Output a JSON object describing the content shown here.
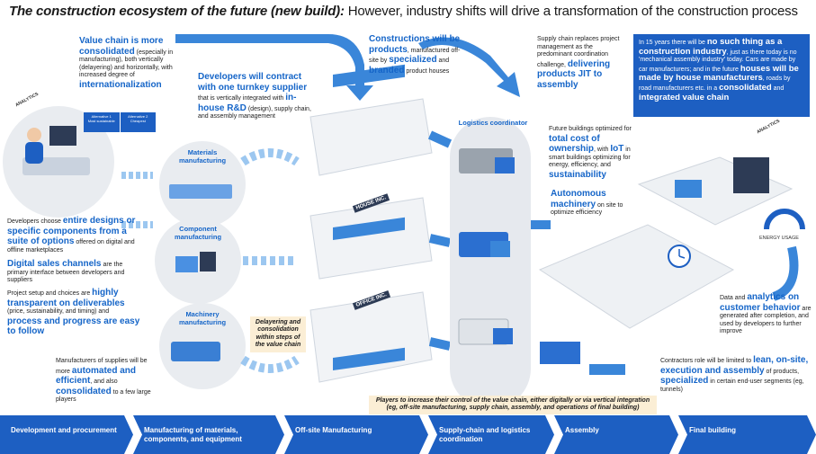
{
  "title": {
    "bold": "The construction ecosystem of the future (new build):",
    "rest": " However, industry shifts will drive a transformation of the construction process"
  },
  "value_chain": {
    "a": "Value chain is more consolidated",
    "b": " (especially in manufacturing), both vertically (delayering) and horizontally, with increased degree of ",
    "c": "internationalization"
  },
  "screen_options": {
    "opt1_title": "Alternative 1",
    "opt1_sub": "Most sustainable",
    "opt2_title": "Alternative 2",
    "opt2_sub": "Cheapest"
  },
  "analytics_labels": [
    "ANALYTICS",
    "ANALYTICS"
  ],
  "developers_turnkey": {
    "a": "Developers will contract with one turnkey supplier",
    "b": " that is vertically integrated with ",
    "c": "in-house R&D",
    "d": " (design), supply chain, and assembly management"
  },
  "constructions_products": {
    "a": "Constructions will be products",
    "b": ", manufactured off-site by ",
    "c": "specialized",
    "d": " and ",
    "e": "branded",
    "f": " product houses"
  },
  "supply_chain": {
    "a": "Supply chain replaces project management as the predominant coordination challenge, ",
    "b": "delivering products JIT to assembly"
  },
  "logistics_coordinator": "Logistics coordinator",
  "blue_box": {
    "a": "In 15 years there will be ",
    "b": "no such thing as a construction industry",
    "c": ", just as there today is no 'mechanical assembly industry' today. Cars are made by car manufacturers; and in the future ",
    "d": "houses will be made by house manufacturers",
    "e": ", roads by road manufacturers etc. in a ",
    "f": "consolidated",
    "g": " and ",
    "h": "integrated value chain"
  },
  "future_buildings": {
    "a": "Future buildings optimized for ",
    "b": "total cost of ownership",
    "c": ", with ",
    "d": "IoT",
    "e": " in smart buildings optimizing for energy, efficiency, and ",
    "f": "sustainability"
  },
  "autonomous": {
    "a": "Autonomous machinery",
    "b": " on site to optimize efficiency"
  },
  "energy_usage": "ENERGY USAGE",
  "manufacturing_labels": [
    "Materials manufacturing",
    "Component manufacturing",
    "Machinery manufacturing"
  ],
  "factory_signs": [
    "HOUSE INC.",
    "OFFICE INC."
  ],
  "developers_choose": {
    "a": "Developers choose ",
    "b": "entire designs or specific components from a suite of options",
    "c": " offered on digital and offline marketplaces"
  },
  "digital_sales": {
    "a": "Digital sales channels",
    "b": " are the primary interface between developers and suppliers"
  },
  "project_setup": {
    "a": "Project setup and choices are ",
    "b": "highly transparent on deliverables",
    "c": " (price, sustainability, and timing) and ",
    "d": "process and progress are easy to follow"
  },
  "delayering_note": "Delayering and consolidation within steps of the value chain",
  "suppliers": {
    "a": "Manufacturers of supplies will be more ",
    "b": "automated and efficient",
    "c": ", and also ",
    "d": "consolidated",
    "e": " to a few large players"
  },
  "data_analytics": {
    "a": "Data and ",
    "b": "analytics on customer behavior",
    "c": " are generated after completion, and used by developers to further improve"
  },
  "contractors": {
    "a": "Contractors role will be limited to ",
    "b": "lean, on-site, execution and assembly",
    "c": " of products, ",
    "d": "specialized",
    "e": " in certain end-user segments (eg, tunnels)"
  },
  "players_note": {
    "line1": "Players to increase their control of the value chain, either digitally or via vertical integration",
    "line2": "(eg, off-site manufacturing, supply chain, assembly, and operations of final building)"
  },
  "stages": [
    "Development and procurement",
    "Manufacturing of materials, components, and equipment",
    "Off-site Manufacturing",
    "Supply-chain and logistics coordination",
    "Assembly",
    "Final building"
  ],
  "colors": {
    "accent": "#1565c8",
    "stage_fill": "#1d5fc2",
    "note_fill": "#fbeed5",
    "panel_gray": "#e9ecf0"
  }
}
